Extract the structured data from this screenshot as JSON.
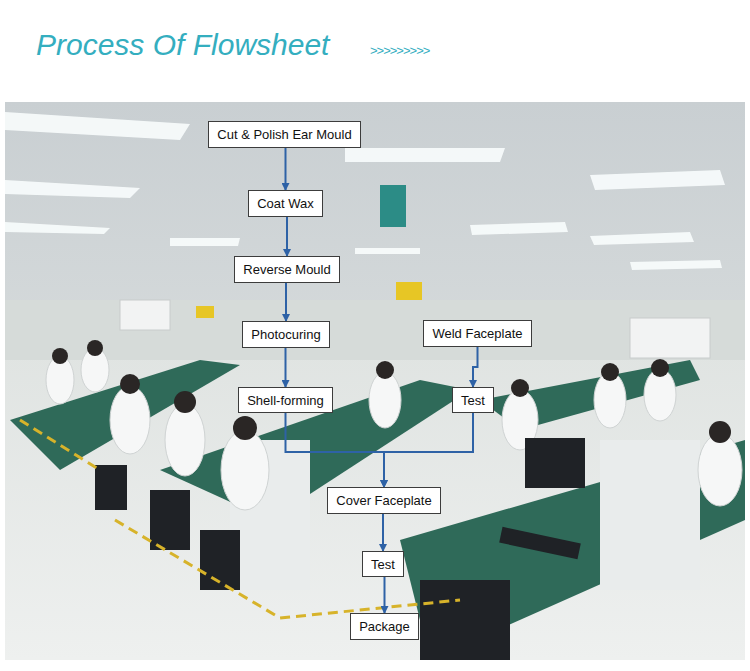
{
  "diagram": {
    "title": "Process Of Flowsheet",
    "nodes": [
      {
        "text": [
          "Cut & Polish Ear Mould"
        ]
      },
      {
        "text": [
          "Coat Wax"
        ]
      },
      {
        "text": [
          "Reverse Mould"
        ]
      },
      {
        "text": [
          "Photocuring"
        ]
      },
      {
        "text": [
          "Shell-forming"
        ]
      },
      {
        "text": [
          "Weld Faceplate"
        ]
      },
      {
        "text": [
          "Test"
        ]
      },
      {
        "text": [
          "Cover Faceplate"
        ]
      },
      {
        "text": [
          "Test"
        ]
      },
      {
        "text": [
          "Package"
        ]
      }
    ],
    "edges": [
      {
        "from": 0,
        "to": 1,
        "arrow": "to"
      },
      {
        "from": 1,
        "to": 2,
        "arrow": "to"
      },
      {
        "from": 2,
        "to": 3,
        "arrow": "to"
      },
      {
        "from": 3,
        "to": 4,
        "arrow": "to"
      },
      {
        "from": 4,
        "to": 7,
        "arrow": "to"
      },
      {
        "from": 5,
        "to": 6,
        "arrow": "to"
      },
      {
        "from": 6,
        "to": 7,
        "arrow": "to"
      },
      {
        "from": 7,
        "to": 8,
        "arrow": "to"
      },
      {
        "from": 8,
        "to": 9,
        "arrow": "to"
      }
    ],
    "labels": [
      ">>>>>>>>>"
    ]
  }
}
